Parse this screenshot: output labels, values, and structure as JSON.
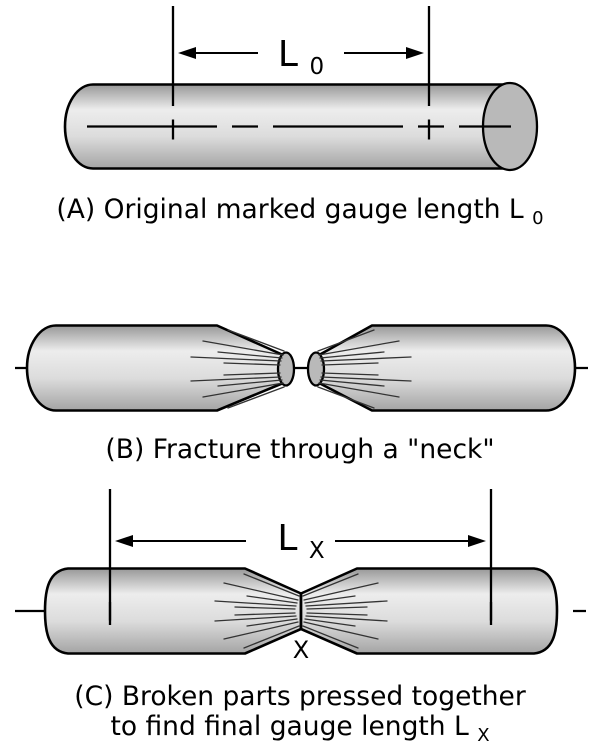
{
  "figure": {
    "description_labels": {
      "panel_a_caption_prefix": "(A) Original marked gauge length L",
      "panel_a_caption_sub": "0",
      "panel_b_caption": "(B) Fracture through a \"neck\"",
      "panel_c_caption_line1": "(C) Broken parts pressed together",
      "panel_c_caption_line2_prefix": "to find final gauge length L",
      "panel_c_caption_line2_sub": "X"
    }
  },
  "panel_a": {
    "dimension_label": {
      "base": "L",
      "sub": "0"
    }
  },
  "panel_c": {
    "dimension_label": {
      "base": "L",
      "sub": "X"
    },
    "fracture_point_label": "X"
  },
  "colors": {
    "background": "#ffffff",
    "outline": "#000000",
    "body_edge_top": "#989898",
    "body_highlight": "#ededed",
    "body_mid": "#dcdcdc",
    "body_edge_bottom": "#a4a4a4",
    "fracture_face": "#b9b9b9",
    "hatch": "#333333",
    "text": "#000000"
  }
}
